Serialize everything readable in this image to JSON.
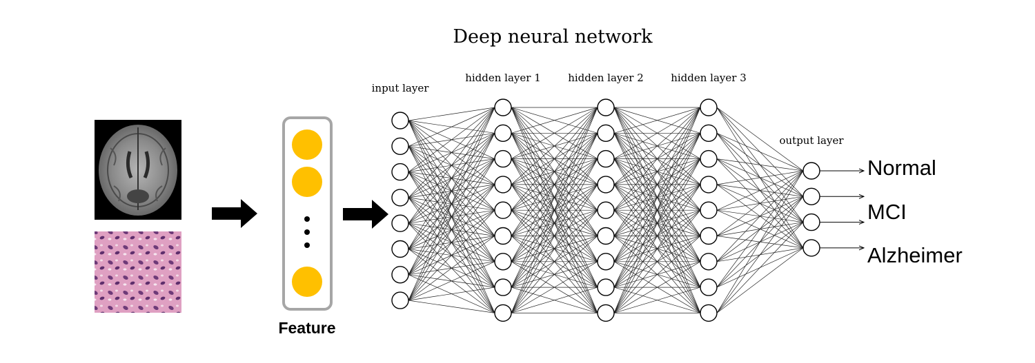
{
  "title": "Deep neural network",
  "layers": [
    {
      "label": "input layer",
      "nodes": 8
    },
    {
      "label": "hidden layer 1",
      "nodes": 9
    },
    {
      "label": "hidden layer 2",
      "nodes": 9
    },
    {
      "label": "hidden layer 3",
      "nodes": 9
    },
    {
      "label": "output layer",
      "nodes": 4
    }
  ],
  "feature_label": "Feature",
  "outputs": [
    "Normal",
    "MCI",
    "Alzheimer"
  ],
  "colors": {
    "feature_dot": "#FFC000",
    "feature_box_border": "#A6A6A6",
    "arrow": "#000000",
    "brain_bg": "#000000",
    "histology_bg": "#D98FB5"
  }
}
